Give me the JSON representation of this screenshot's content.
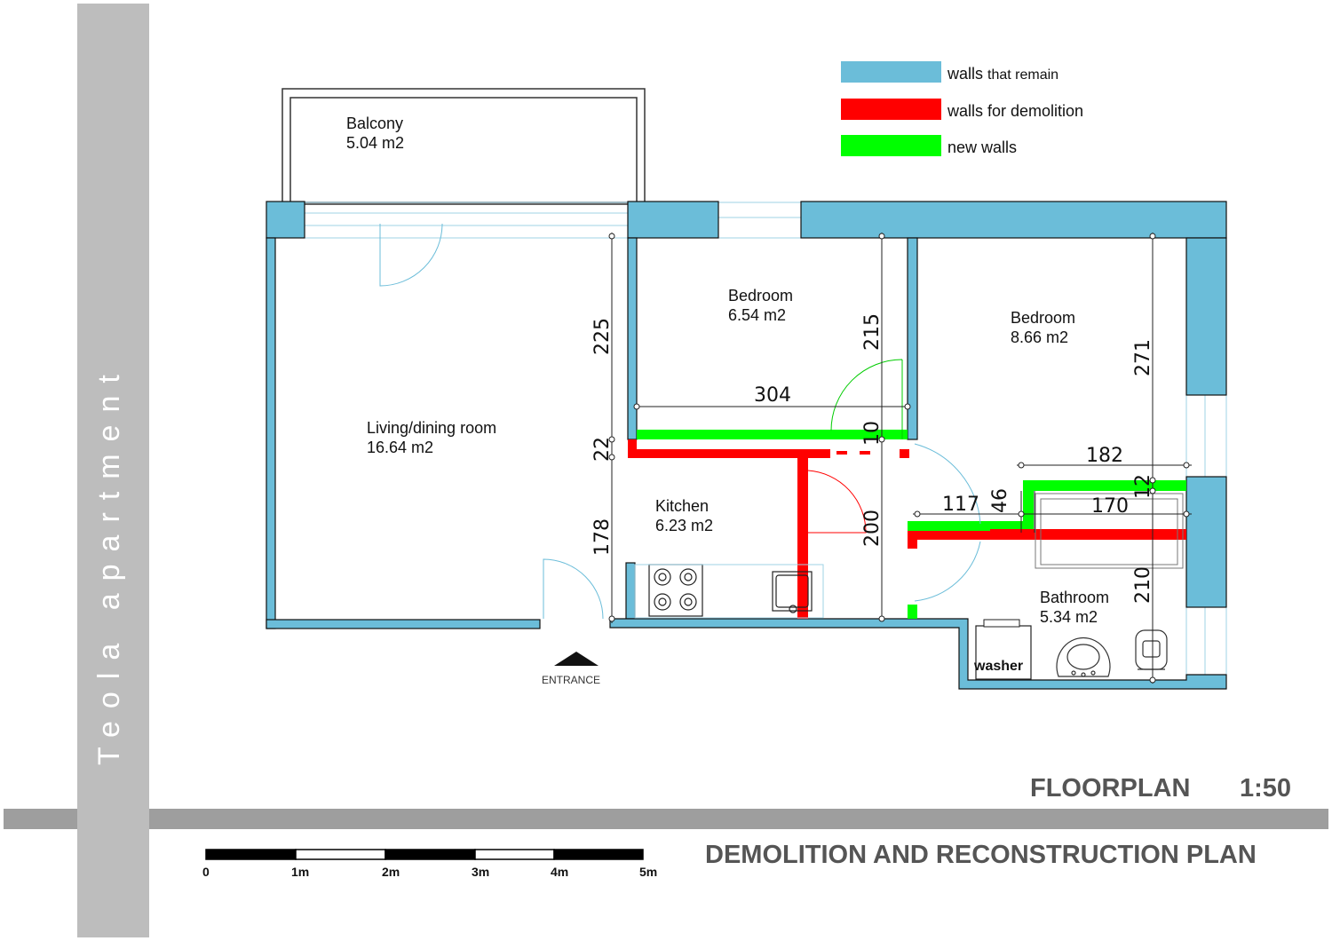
{
  "sidebar": {
    "title": "Teola apartment"
  },
  "legend": {
    "items": [
      {
        "text_main": "walls",
        "text_small": "that remain",
        "color": "#6bbdd9"
      },
      {
        "text_main": "walls for demolition",
        "text_small": "",
        "color": "#ff0000"
      },
      {
        "text_main": "new walls",
        "text_small": "",
        "color": "#00ff00"
      }
    ]
  },
  "rooms": {
    "balcony": {
      "name": "Balcony",
      "area": "5.04 m2"
    },
    "living": {
      "name": "Living/dining room",
      "area": "16.64 m2"
    },
    "bedroom1": {
      "name": "Bedroom",
      "area": "6.54 m2"
    },
    "bedroom2": {
      "name": "Bedroom",
      "area": "8.66 m2"
    },
    "kitchen": {
      "name": "Kitchen",
      "area": "6.23 m2"
    },
    "bathroom": {
      "name": "Bathroom",
      "area": "5.34 m2"
    }
  },
  "dimensions": {
    "d225": "225",
    "d22": "22",
    "d178": "178",
    "d304": "304",
    "d215": "215",
    "d10": "10",
    "d200": "200",
    "d271": "271",
    "d182": "182",
    "d12": "12",
    "d117": "117",
    "d46": "46",
    "d170": "170",
    "d210": "210"
  },
  "entrance_label": "ENTRANCE",
  "washer_label": "washer",
  "title": {
    "floorplan": "FLOORPLAN",
    "scale": "1:50",
    "subtitle": "DEMOLITION AND RECONSTRUCTION PLAN"
  },
  "scalebar": {
    "ticks": [
      "0",
      "1m",
      "2m",
      "3m",
      "4m",
      "5m"
    ]
  },
  "colors": {
    "remain": "#6bbdd9",
    "demolish": "#ff0000",
    "new": "#00ff00",
    "band": "#9e9e9e",
    "sidebar": "#bdbdbd"
  }
}
